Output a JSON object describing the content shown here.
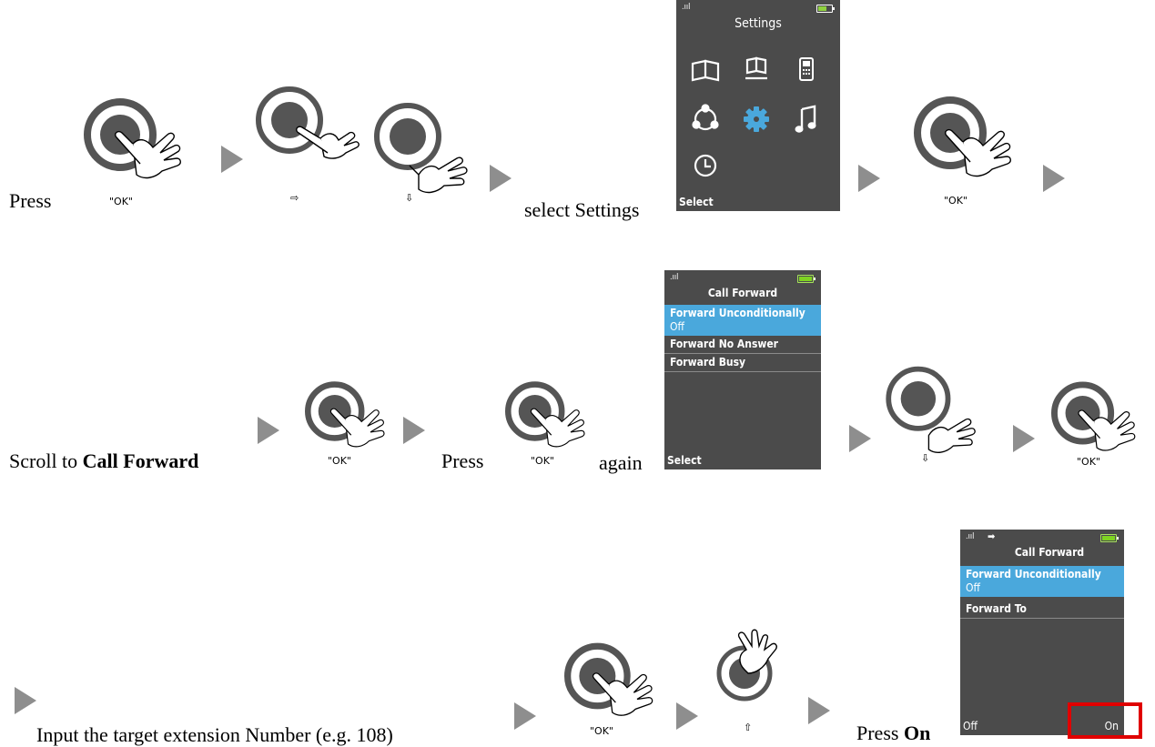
{
  "row1": {
    "press": "Press",
    "ok1": "\"OK\"",
    "right_glyph": "⇨",
    "down_glyph": "⇩",
    "select_settings": "select Settings",
    "ok2": "\"OK\""
  },
  "settings_screen": {
    "signal": ".ııl",
    "title": "Settings",
    "softkey": "Select",
    "icons": [
      "phonebook-icon",
      "directory-icon",
      "handset-icon",
      "network-icon",
      "settings-gear-icon",
      "music-icon",
      "clock-icon"
    ],
    "accent": "#4aa8dc"
  },
  "row2": {
    "scroll_to": "Scroll to",
    "call_forward": "Call Forward",
    "ok1": "\"OK\"",
    "press": "Press",
    "ok2": "\"OK\"",
    "again": "again",
    "down_glyph": "⇩",
    "ok3": "\"OK\""
  },
  "callforward_screen": {
    "signal": ".ııl",
    "title": "Call Forward",
    "selected_item": "Forward Unconditionally",
    "selected_value": "Off",
    "items": [
      "Forward No Answer",
      "Forward Busy"
    ],
    "softkey": "Select"
  },
  "row3": {
    "input": "Input the target extension Number (e.g. 108)",
    "ok1": "\"OK\"",
    "up_glyph": "⇧",
    "press": "Press",
    "on": "On"
  },
  "forwardto_screen": {
    "signal": ".ııl",
    "fwd_arrow": "➡",
    "title": "Call Forward",
    "selected_item": "Forward Unconditionally",
    "selected_value": "Off",
    "item": "Forward To",
    "soft_left": "Off",
    "soft_right": "On",
    "highlight_color": "#e00000"
  }
}
